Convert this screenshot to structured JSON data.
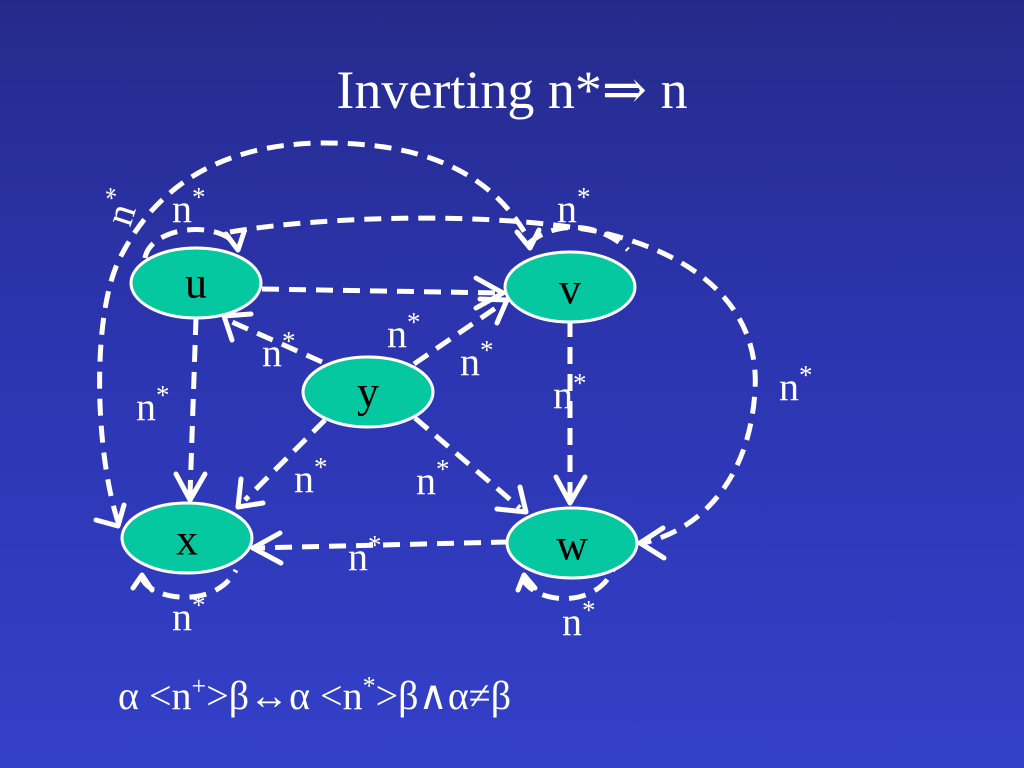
{
  "title": "Inverting n*⇒ n",
  "nodes": [
    {
      "id": "u",
      "label": "u"
    },
    {
      "id": "v",
      "label": "v"
    },
    {
      "id": "y",
      "label": "y"
    },
    {
      "id": "x",
      "label": "x"
    },
    {
      "id": "w",
      "label": "w"
    }
  ],
  "edge_label": {
    "base": "n",
    "sup": "*"
  },
  "edges": [
    {
      "from": "u",
      "to": "v",
      "label": "n*"
    },
    {
      "from": "u",
      "to": "x",
      "label": "n*"
    },
    {
      "from": "y",
      "to": "u",
      "label": "n*"
    },
    {
      "from": "y",
      "to": "v",
      "label": "n*"
    },
    {
      "from": "y",
      "to": "x",
      "label": "n*"
    },
    {
      "from": "y",
      "to": "w",
      "label": "n*"
    },
    {
      "from": "v",
      "to": "w",
      "label": "n*"
    },
    {
      "from": "w",
      "to": "x",
      "label": "n*"
    },
    {
      "from": "u",
      "to": "u",
      "label": "n*"
    },
    {
      "from": "v",
      "to": "v",
      "label": "n*"
    },
    {
      "from": "x",
      "to": "x",
      "label": "n*"
    },
    {
      "from": "w",
      "to": "w",
      "label": "n*"
    },
    {
      "from": "x",
      "to": "v",
      "label": "n*"
    },
    {
      "from": "u",
      "to": "w",
      "label": "n*"
    }
  ],
  "formula": {
    "alpha1": "α <n",
    "plus": "+",
    "mid": ">β↔α <n",
    "star": "*",
    "end": ">β∧α≠β"
  }
}
